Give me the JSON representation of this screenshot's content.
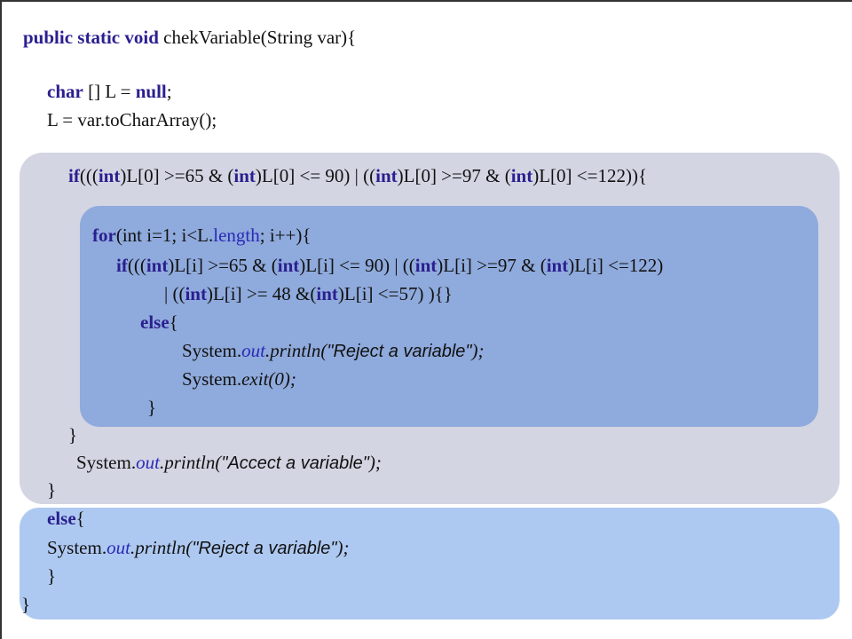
{
  "code": {
    "l1": {
      "kw_public": "public",
      "kw_static": "static",
      "kw_void": "void",
      "rest": " chekVariable(String var){"
    },
    "l2": {
      "kw_char": "char",
      "mid": " [] L = ",
      "kw_null": "null",
      "end": ";"
    },
    "l3": {
      "text": "L = var.toCharArray();"
    },
    "l4": {
      "kw_if": "if",
      "a": "(((",
      "kw1": "int",
      "b": ")L[0] >=65 & (",
      "kw2": "int",
      "c": ")L[0] <= 90) | ((",
      "kw3": "int",
      "d": ")L[0] >=97 & (",
      "kw4": "int",
      "e": ")L[0] <=122)){"
    },
    "l5": {
      "kw_for": "for",
      "a": "(int i=1; i<L.",
      "field": "length",
      "b": "; i++){"
    },
    "l6": {
      "kw_if": "if",
      "a": "(((",
      "kw1": "int",
      "b": ")L[i] >=65 & (",
      "kw2": "int",
      "c": ")L[i] <= 90) | ((",
      "kw3": "int",
      "d": ")L[i] >=97 & (",
      "kw4": "int",
      "e": ")L[i] <=122)"
    },
    "l7": {
      "a": "| ((",
      "kw1": "int",
      "b": ")L[i] >= 48 &(",
      "kw2": "int",
      "c": ")L[i] <=57) ){}"
    },
    "l8": {
      "kw_else": "else",
      "rest": "{"
    },
    "l9": {
      "sys": "System.",
      "out": "out",
      "println": ".println(",
      "str": "\"Reject a variable\"",
      "end": ");"
    },
    "l10": {
      "sys": "System.",
      "exit": "exit(0);"
    },
    "l11": {
      "text": "}"
    },
    "l12": {
      "text": "}"
    },
    "l13": {
      "sys": "System.",
      "out": "out",
      "println": ".println(",
      "str": "\"Accect a variable\"",
      "end": ");"
    },
    "l14": {
      "text": "}"
    },
    "l15": {
      "kw_else": "else",
      "rest": "{"
    },
    "l16": {
      "sys": "System.",
      "out": "out",
      "println": ".println(",
      "str": "\"Reject a variable\"",
      "end": ");"
    },
    "l17": {
      "text": "}"
    },
    "l18": {
      "text": "}"
    }
  },
  "colors": {
    "keyword": "#2a1f8f",
    "field": "#2a2ab8",
    "outer_panel": "#d3d5e3",
    "inner_panel": "#8faadc",
    "else_panel": "#aec9f1"
  }
}
